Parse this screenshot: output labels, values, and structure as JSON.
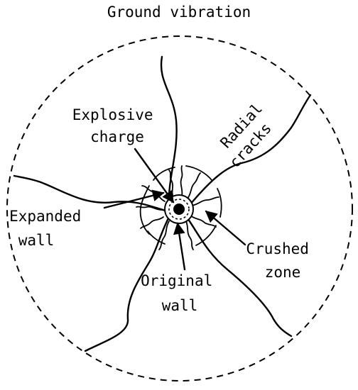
{
  "diagram": {
    "title": "Ground vibration",
    "labels": {
      "explosive_charge": [
        "Explosive",
        "charge"
      ],
      "radial_cracks": [
        "Radial",
        "cracks"
      ],
      "expanded_wall": [
        "Expanded",
        "wall"
      ],
      "crushed_zone": [
        "Crushed",
        "zone"
      ],
      "original_wall": [
        "Original",
        "wall"
      ]
    }
  }
}
